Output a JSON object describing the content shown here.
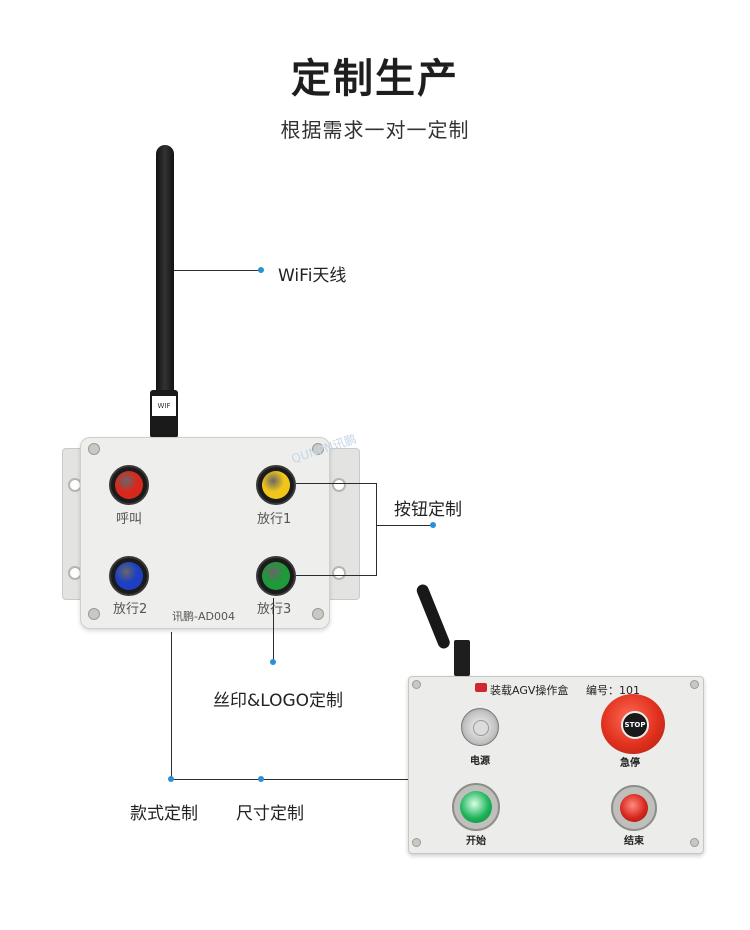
{
  "header": {
    "title": "定制生产",
    "subtitle": "根据需求一对一定制"
  },
  "callouts": {
    "wifi_antenna": "WiFi天线",
    "button_custom": "按钮定制",
    "silkscreen_logo": "丝印&LOGO定制",
    "style_custom": "款式定制",
    "size_custom": "尺寸定制"
  },
  "device1": {
    "buttons": [
      {
        "label": "呼叫",
        "color": "#d8281e"
      },
      {
        "label": "放行1",
        "color": "#f2c619"
      },
      {
        "label": "放行2",
        "color": "#1d3fc4"
      },
      {
        "label": "放行3",
        "color": "#1e9a3a"
      }
    ],
    "model_label": "讯鹏-AD004",
    "antenna_sticker": "WIF",
    "watermark": "QUNPN讯鹏"
  },
  "device2": {
    "title": "装载AGV操作盒",
    "number": "编号：101",
    "stop_text": "STOP",
    "power_label": "电源",
    "estop_label": "急停",
    "start_label": "开始",
    "end_label": "结束",
    "colors": {
      "estop": "#e0311e",
      "start": "#1fb55b",
      "end": "#d8281e"
    }
  }
}
